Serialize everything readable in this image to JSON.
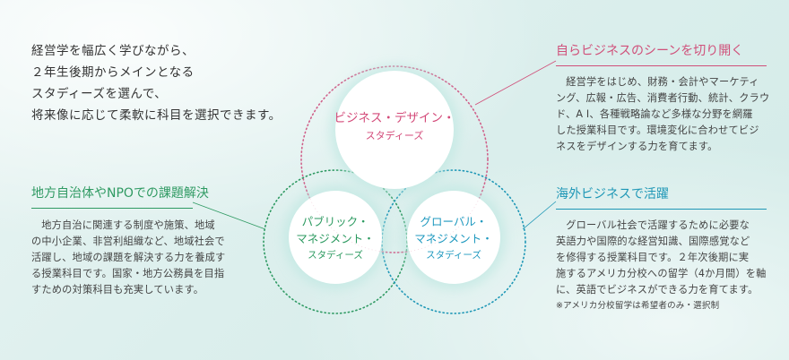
{
  "intro": {
    "lines": [
      "経営学を幅広く学びながら、",
      "２年生後期からメインとなる",
      "スタディーズを選んで、",
      "将来像に応じて柔軟に科目を選択できます。"
    ]
  },
  "circles": {
    "business": {
      "line1": "ビジネス・デザイン・",
      "line2": "スタディーズ"
    },
    "public": {
      "line1": "パブリック・",
      "line2": "マネジメント・",
      "line3": "スタディーズ"
    },
    "global": {
      "line1": "グローバル・",
      "line2": "マネジメント・",
      "line3": "スタディーズ"
    }
  },
  "sections": {
    "business": {
      "title": "自らビジネスのシーンを切り開く",
      "body_lines": [
        "経営学をはじめ、財務・会計やマーケティ",
        "ング、広報・広告、消費者行動、統計、クラウ",
        "ド、A I、各種戦略論など多様な分野を網羅",
        "した授業科目です。環境変化に合わせてビジ",
        "ネスをデザインする力を育てます。"
      ]
    },
    "public": {
      "title": "地方自治体やNPOでの課題解決",
      "body_lines": [
        "地方自治に関連する制度や施策、地域",
        "の中小企業、非営利組織など、地域社会で",
        "活躍し、地域の課題を解決する力を養成す",
        "る授業科目です。国家・地方公務員を目指",
        "すための対策科目も充実しています。"
      ]
    },
    "global": {
      "title": "海外ビジネスで活躍",
      "body_lines": [
        "グローバル社会で活躍するために必要な",
        "英語力や国際的な経営知識、国際感覚など",
        "を修得する授業科目です。２年次後期に実",
        "施するアメリカ分校への留学（4か月間）を軸",
        "に、英語でビジネスができる力を育てます。"
      ],
      "note": "※アメリカ分校留学は希望者のみ・選択制"
    }
  },
  "colors": {
    "pink": "#d0507a",
    "green": "#2f9a63",
    "blue": "#1e97b6",
    "bg": "#dcefed"
  }
}
